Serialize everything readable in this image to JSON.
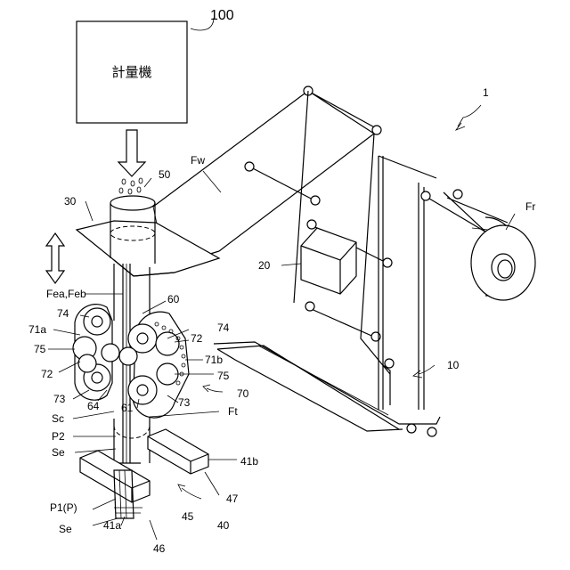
{
  "weigher_box": {
    "text": "計量機"
  },
  "labels": {
    "ref_100": "100",
    "ref_1": "1",
    "ref_50": "50",
    "ref_30": "30",
    "ref_Fw": "Fw",
    "ref_Fr": "Fr",
    "ref_20": "20",
    "ref_10": "10",
    "ref_FeaFeb": "Fea,Feb",
    "ref_60": "60",
    "ref_74a": "74",
    "ref_74b": "74",
    "ref_71a": "71a",
    "ref_72a": "72",
    "ref_72b": "72",
    "ref_75a": "75",
    "ref_75b": "75",
    "ref_71b": "71b",
    "ref_73a": "73",
    "ref_73b": "73",
    "ref_64": "64",
    "ref_61": "61",
    "ref_70": "70",
    "ref_Sc": "Sc",
    "ref_Ft": "Ft",
    "ref_P2": "P2",
    "ref_Se1": "Se",
    "ref_41b": "41b",
    "ref_47": "47",
    "ref_P1P": "P1(P)",
    "ref_45": "45",
    "ref_40": "40",
    "ref_Se2": "Se",
    "ref_41a": "41a",
    "ref_46": "46"
  }
}
